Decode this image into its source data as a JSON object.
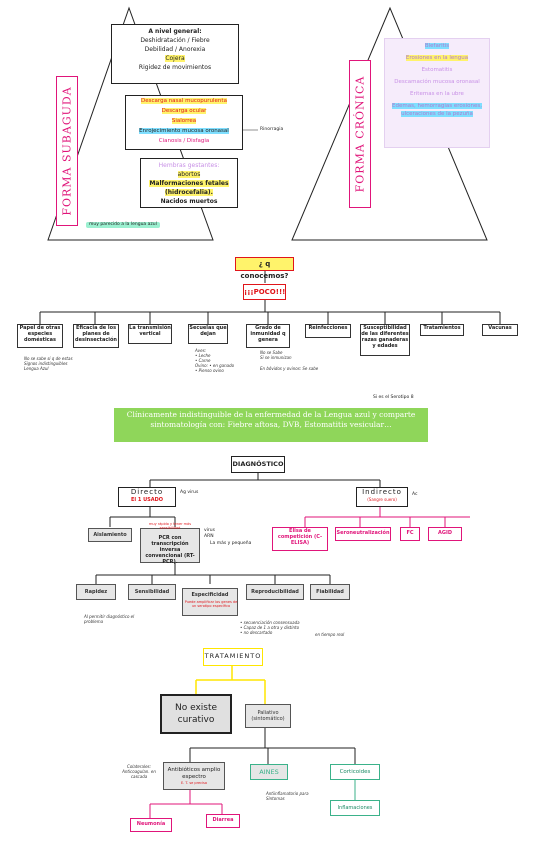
{
  "left_triangle": {
    "label": "FORMA SUBAGUDA",
    "general_box": {
      "title": "A nivel general:",
      "lines": [
        "Deshidratación / Fiebre",
        "Debilidad / Anorexia",
        "Cojera",
        "Rigidez de movimientos"
      ]
    },
    "nasal_box": {
      "lines": [
        "Descarga nasal mucopurulenta",
        "Descarga ocular",
        "Sialorrea",
        "Enrojecimiento mucosa oronasal",
        "Cianosis / Disfagia"
      ],
      "side_note": "Rinorragia"
    },
    "pregnant_box": {
      "title": "Hembras gestantes:",
      "lines": [
        "abortos",
        "Malformaciones fetales (hidrocefalia).",
        "Nacidos muertos"
      ]
    },
    "bottom_note": "muy parecido a la lengua azul"
  },
  "right_triangle": {
    "label": "FORMA CRÓNICA",
    "lines": [
      "Blefaritis",
      "Erosiones en la lengua",
      "Estomatitis",
      "Descamación mucosa oronasal",
      "Eritemas en la ubre",
      "Edemas, hemorragias erosiones, ulceraciones de la pezuña"
    ]
  },
  "knowledge": {
    "question": "¿ q conocemos?",
    "answer": "¡¡¡POCO!!!",
    "items": [
      "Papel de otras especies domésticas",
      "Eficacia de los planes de desinsectación",
      "La transmisión vertical",
      "Secuelas que dejan",
      "Grado de inmunidad q genera",
      "Reinfecciones",
      "Susceptibilidad de las diferentes razas ganaderas y edades",
      "Tratamientos",
      "Vacunas"
    ],
    "notes": {
      "n1": "No se sabe si q de estas\nSignos indistinguibles\nLengua Azul",
      "n4": "Aves:\n• Leche\n• Carne\nOvino: • en ganado\n• Pienso ovino",
      "n5": "No se Sabe\nSi se inmunizan",
      "n5_red": "En bóvidos y ovinos: Se sabe"
    }
  },
  "banner": {
    "text": "Clínicamente indistinguible de la enfermedad de la Lengua azul y comparte sintomatología con: Fiebre aftosa, DVB, Estomatitis vesicular…",
    "note": "Si es el Serotipo 8"
  },
  "diagnosis": {
    "title": "DIAGNÓSTICO",
    "direct": {
      "label": "Directo",
      "sub": "El 1 USADO",
      "note": "Ag virus"
    },
    "indirect": {
      "label": "Indirecto",
      "sub": "(Sangre suero)",
      "note": "Ac"
    },
    "direct_items": [
      "Aislamiento",
      "PCR con transcripción inversa convencional (RT-PCR).",
      "virus ARN"
    ],
    "pcr_note": "muy rápido y tener más sensibilidad",
    "pcr_side": "La más y pequeña",
    "indirect_items": [
      "Elisa de competición (C-ELISA)",
      "Seroneutralización",
      "FC",
      "AGID"
    ],
    "pcr_props": [
      "Rapidez",
      "Sensibilidad",
      "Especificidad",
      "Reproducibilidad",
      "Fiabilidad"
    ],
    "props_notes": {
      "rapidez": "Al permitir diagnóstico el problema",
      "esp": "Puede amplificar los genes de un serotipo específico",
      "esp2": "• secuenciación consensuada\n• Capaz de 1 a otra y distinto\n• no descartado",
      "extra": "en tiempo real"
    }
  },
  "treatment": {
    "title": "TRATAMIENTO",
    "no_cure": "No existe curativo",
    "palliative": "Paliativo (sintomático)",
    "branches": [
      "Antibióticos amplio espectro",
      "AINES",
      "Corticoides"
    ],
    "antib_note": "Colaterales: Anticoagulan. en cascada",
    "antib_sub": "E. T. se precisa",
    "aines_note": "Antiinflamatorio para Síntomas",
    "leafs": [
      "Neumonía",
      "Diarrea",
      "Inflamaciones"
    ]
  },
  "colors": {
    "pink": "#e0157a",
    "yellow": "#fff36b",
    "blue": "#7fdfff",
    "lilac": "#c890e6",
    "green_banner": "#8fd65a",
    "green_box": "#3bb28a"
  }
}
